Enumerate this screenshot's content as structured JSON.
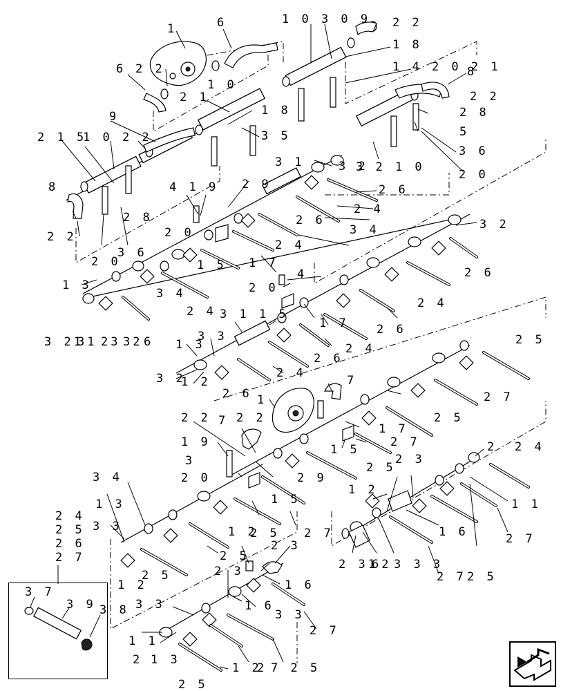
{
  "diagram": {
    "callouts": [
      {
        "id": "c01",
        "text": "1"
      },
      {
        "id": "c02",
        "text": "6"
      },
      {
        "id": "c03",
        "text": "1 0 3 0 9"
      },
      {
        "id": "c04",
        "text": "2 2"
      },
      {
        "id": "c05",
        "text": "1 8"
      },
      {
        "id": "c06",
        "text": "6"
      },
      {
        "id": "c07",
        "text": "2 2"
      },
      {
        "id": "c08",
        "text": "1 4 2 0 2 1"
      },
      {
        "id": "c09",
        "text": "8"
      },
      {
        "id": "c10",
        "text": "2 1"
      },
      {
        "id": "c11",
        "text": "1 0"
      },
      {
        "id": "c12",
        "text": "1 8"
      },
      {
        "id": "c13",
        "text": "2 2"
      },
      {
        "id": "c14",
        "text": "2 8"
      },
      {
        "id": "c15",
        "text": "9"
      },
      {
        "id": "c16",
        "text": "3 5"
      },
      {
        "id": "c17",
        "text": "5"
      },
      {
        "id": "c18",
        "text": "3 6"
      },
      {
        "id": "c19",
        "text": "2 1 5"
      },
      {
        "id": "c20",
        "text": "1 0 2 2"
      },
      {
        "id": "c21",
        "text": "3 2 1 0"
      },
      {
        "id": "c22",
        "text": "2 0"
      },
      {
        "id": "c23",
        "text": "3 1"
      },
      {
        "id": "c24",
        "text": "3 2"
      },
      {
        "id": "c25",
        "text": "4 1 9"
      },
      {
        "id": "c26",
        "text": "2 9"
      },
      {
        "id": "c27",
        "text": "2 6"
      },
      {
        "id": "c28",
        "text": "8"
      },
      {
        "id": "c29",
        "text": "2 8"
      },
      {
        "id": "c30",
        "text": "2 4"
      },
      {
        "id": "c31",
        "text": "2 2"
      },
      {
        "id": "c32",
        "text": "2 0"
      },
      {
        "id": "c33",
        "text": "2 6"
      },
      {
        "id": "c34",
        "text": "3 4"
      },
      {
        "id": "c35",
        "text": "3 2"
      },
      {
        "id": "c36",
        "text": "2 0"
      },
      {
        "id": "c37",
        "text": "3 6"
      },
      {
        "id": "c38",
        "text": "2 4"
      },
      {
        "id": "c39",
        "text": "1 5"
      },
      {
        "id": "c40",
        "text": "1 7"
      },
      {
        "id": "c41",
        "text": "2 6"
      },
      {
        "id": "c42",
        "text": "4"
      },
      {
        "id": "c43",
        "text": "1 3"
      },
      {
        "id": "c44",
        "text": "2 0"
      },
      {
        "id": "c45",
        "text": "3 4"
      },
      {
        "id": "c46",
        "text": "2 4"
      },
      {
        "id": "c47",
        "text": "2 4"
      },
      {
        "id": "c48",
        "text": "3 1 1 5"
      },
      {
        "id": "c49",
        "text": "1 7"
      },
      {
        "id": "c50",
        "text": "2 6"
      },
      {
        "id": "c51",
        "text": "3 21"
      },
      {
        "id": "c52",
        "text": "31"
      },
      {
        "id": "c53",
        "text": "23"
      },
      {
        "id": "c54",
        "text": "32"
      },
      {
        "id": "c55",
        "text": "6"
      },
      {
        "id": "c56",
        "text": "2 4"
      },
      {
        "id": "c57",
        "text": "1 3"
      },
      {
        "id": "c58",
        "text": "3 3"
      },
      {
        "id": "c59",
        "text": "2 6"
      },
      {
        "id": "c60",
        "text": "2 5"
      },
      {
        "id": "c61",
        "text": "3 2"
      },
      {
        "id": "c62",
        "text": "1 2"
      },
      {
        "id": "c63",
        "text": "2 4"
      },
      {
        "id": "c64",
        "text": "2 6"
      },
      {
        "id": "c65",
        "text": "7"
      },
      {
        "id": "c66",
        "text": "1"
      },
      {
        "id": "c67",
        "text": "2 7"
      },
      {
        "id": "c68",
        "text": "2 2"
      },
      {
        "id": "c69",
        "text": "7"
      },
      {
        "id": "c70",
        "text": "2 2"
      },
      {
        "id": "c71",
        "text": "2 5"
      },
      {
        "id": "c72",
        "text": "1 7"
      },
      {
        "id": "c73",
        "text": "2 7"
      },
      {
        "id": "c74",
        "text": "1 9"
      },
      {
        "id": "c75",
        "text": "1 5"
      },
      {
        "id": "c76",
        "text": "2"
      },
      {
        "id": "c77",
        "text": "2 4"
      },
      {
        "id": "c78",
        "text": "3"
      },
      {
        "id": "c79",
        "text": "2 3"
      },
      {
        "id": "c80",
        "text": "2 5"
      },
      {
        "id": "c81",
        "text": "2 0"
      },
      {
        "id": "c82",
        "text": "2 9"
      },
      {
        "id": "c83",
        "text": "3 4"
      },
      {
        "id": "c84",
        "text": "1 5"
      },
      {
        "id": "c85",
        "text": "1 2"
      },
      {
        "id": "c86",
        "text": "1 1"
      },
      {
        "id": "c87",
        "text": "1 3"
      },
      {
        "id": "c88",
        "text": "2 5"
      },
      {
        "id": "c89",
        "text": "2 7"
      },
      {
        "id": "c90",
        "text": "3 3"
      },
      {
        "id": "c91",
        "text": "1 6"
      },
      {
        "id": "c92",
        "text": "2 4"
      },
      {
        "id": "c93",
        "text": "2 5"
      },
      {
        "id": "c94",
        "text": "2 6"
      },
      {
        "id": "c95",
        "text": "2 7"
      },
      {
        "id": "c96",
        "text": "2 7"
      },
      {
        "id": "c97",
        "text": "1 2"
      },
      {
        "id": "c98",
        "text": "2 3"
      },
      {
        "id": "c99",
        "text": "2 5"
      },
      {
        "id": "c100",
        "text": "2 31"
      },
      {
        "id": "c101",
        "text": "62"
      },
      {
        "id": "c102",
        "text": "3 3 3"
      },
      {
        "id": "c103",
        "text": "2 7"
      },
      {
        "id": "c104",
        "text": "2 5"
      },
      {
        "id": "c105",
        "text": "3 7"
      },
      {
        "id": "c106",
        "text": "1 2"
      },
      {
        "id": "c107",
        "text": "2 5"
      },
      {
        "id": "c108",
        "text": "2 3"
      },
      {
        "id": "c109",
        "text": "1 6"
      },
      {
        "id": "c110",
        "text": "3 9"
      },
      {
        "id": "c111",
        "text": "3 8"
      },
      {
        "id": "c112",
        "text": "3 3"
      },
      {
        "id": "c113",
        "text": "1 6"
      },
      {
        "id": "c114",
        "text": "3 3"
      },
      {
        "id": "c115",
        "text": "1 1"
      },
      {
        "id": "c116",
        "text": "2 7"
      },
      {
        "id": "c117",
        "text": "2"
      },
      {
        "id": "c118",
        "text": "1 3"
      },
      {
        "id": "c119",
        "text": "2 5"
      },
      {
        "id": "c120",
        "text": "1 2"
      },
      {
        "id": "c121",
        "text": "2"
      },
      {
        "id": "c122",
        "text": "7 2 5"
      }
    ]
  }
}
